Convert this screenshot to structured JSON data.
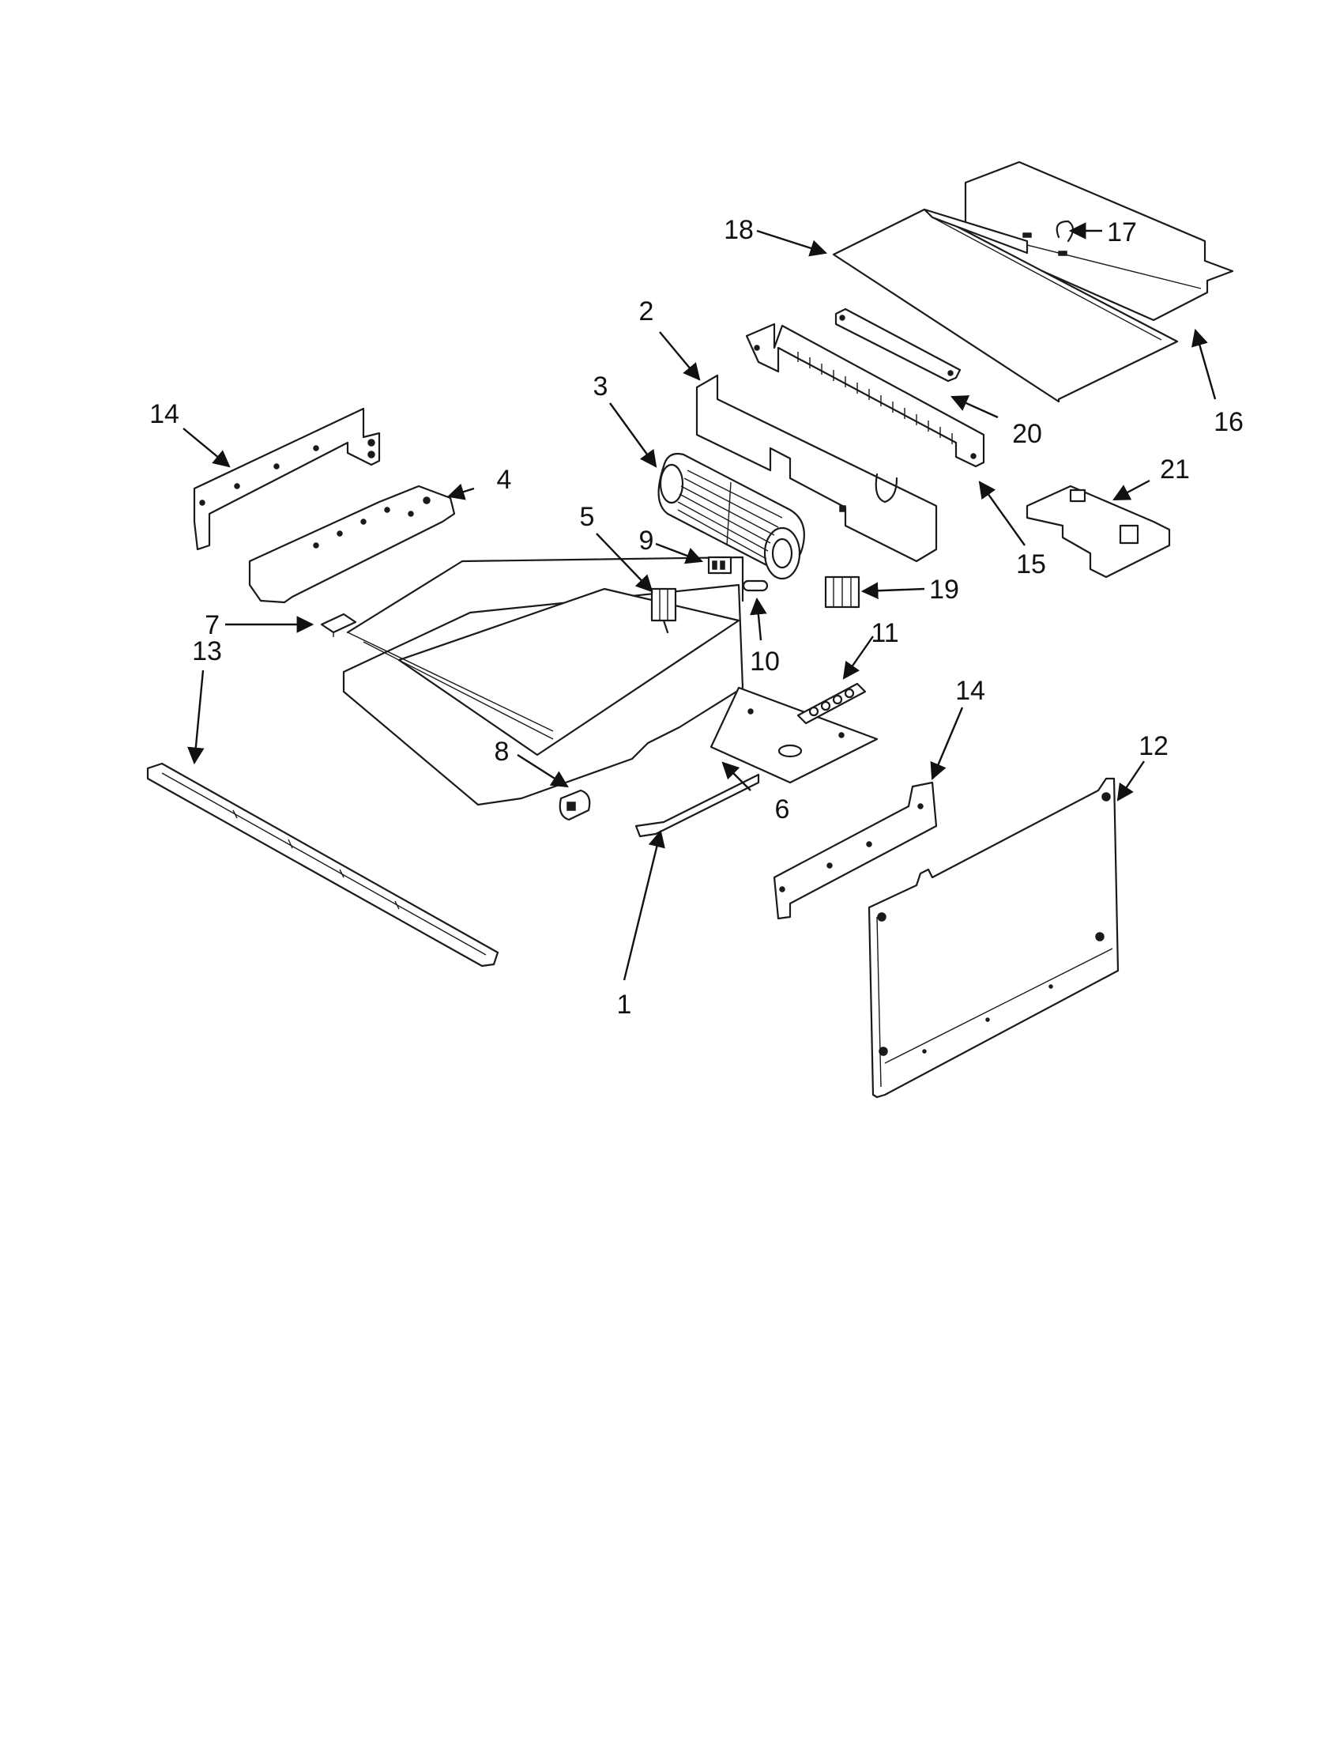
{
  "diagram": {
    "callouts": [
      {
        "id": "c1",
        "label": "1"
      },
      {
        "id": "c2",
        "label": "2"
      },
      {
        "id": "c3",
        "label": "3"
      },
      {
        "id": "c4",
        "label": "4"
      },
      {
        "id": "c5",
        "label": "5"
      },
      {
        "id": "c6",
        "label": "6"
      },
      {
        "id": "c7",
        "label": "7"
      },
      {
        "id": "c8",
        "label": "8"
      },
      {
        "id": "c9",
        "label": "9"
      },
      {
        "id": "c10",
        "label": "10"
      },
      {
        "id": "c11",
        "label": "11"
      },
      {
        "id": "c12",
        "label": "12"
      },
      {
        "id": "c13",
        "label": "13"
      },
      {
        "id": "c14a",
        "label": "14"
      },
      {
        "id": "c14b",
        "label": "14"
      },
      {
        "id": "c15",
        "label": "15"
      },
      {
        "id": "c16",
        "label": "16"
      },
      {
        "id": "c17",
        "label": "17"
      },
      {
        "id": "c18",
        "label": "18"
      },
      {
        "id": "c19",
        "label": "19"
      },
      {
        "id": "c20",
        "label": "20"
      },
      {
        "id": "c21",
        "label": "21"
      }
    ]
  }
}
